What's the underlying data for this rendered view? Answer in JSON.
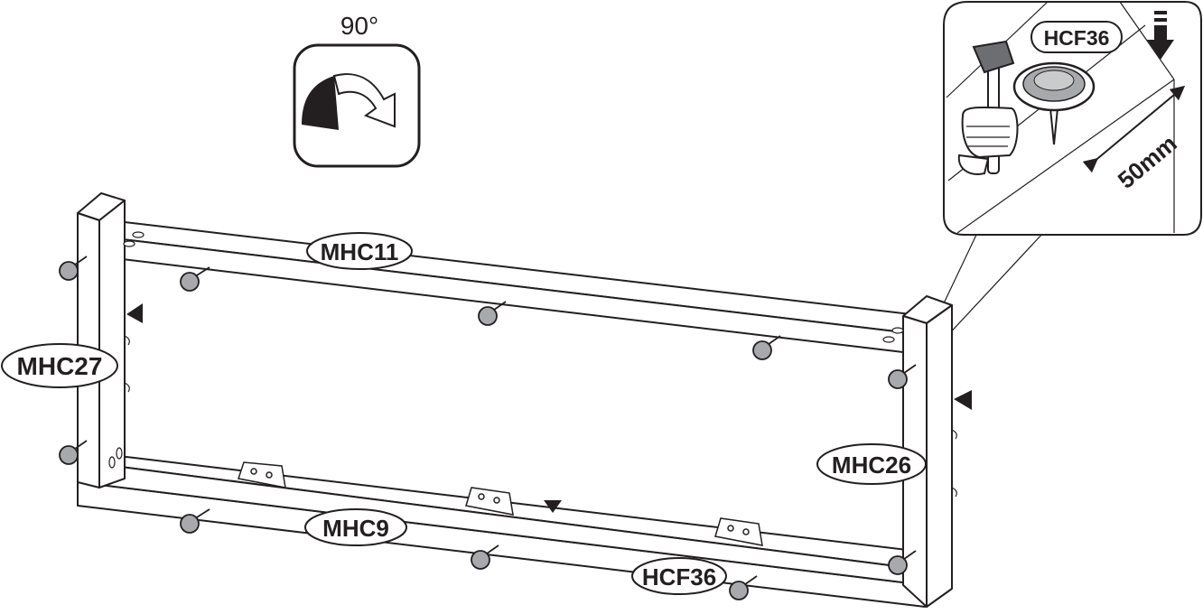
{
  "rotation": {
    "angle_label": "90°",
    "icon": "rotate-clockwise-icon"
  },
  "labels": {
    "top_rail": "MHC11",
    "left_post": "MHC27",
    "right_post": "MHC26",
    "bottom_rail": "MHC9",
    "glide_bottom": "HCF36"
  },
  "detail": {
    "part": "HCF36",
    "distance": "50mm",
    "tool_icon": "hammer-icon",
    "arrow_icon": "down-arrow-icon"
  },
  "colors": {
    "line": "#231f20",
    "glide": "#a7a9ac",
    "fill": "#ffffff"
  }
}
